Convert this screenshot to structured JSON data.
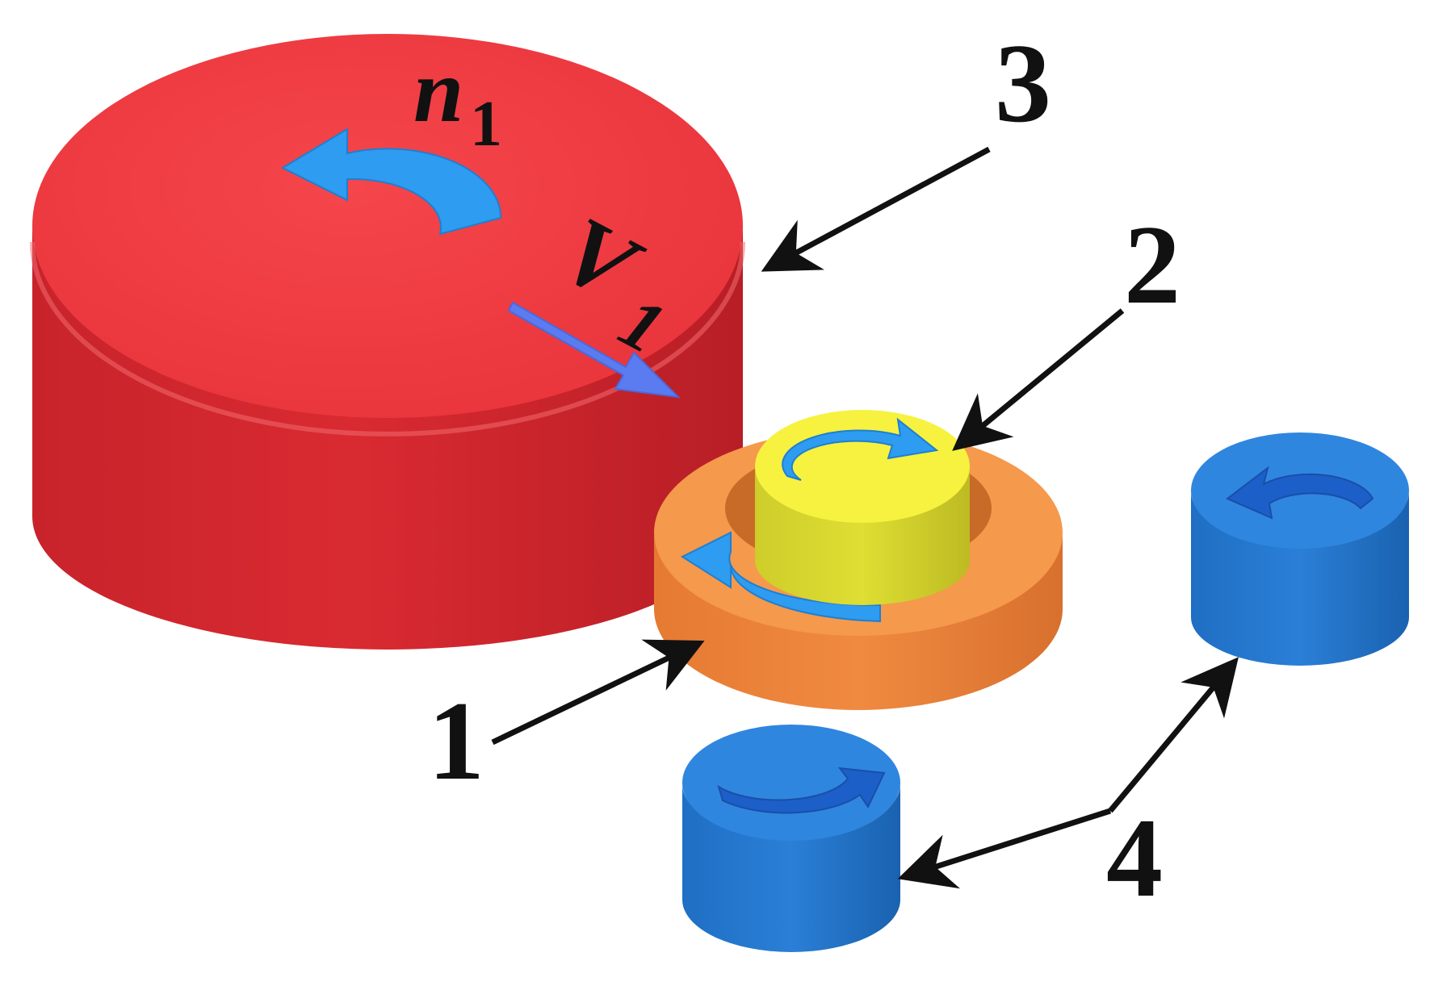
{
  "figure": {
    "labels": {
      "n_symbol": "n",
      "n_subscript": "1",
      "v_symbol": "V",
      "v_subscript": "1",
      "part_1": "1",
      "part_2": "2",
      "part_3": "3",
      "part_4": "4"
    },
    "colors": {
      "large_disk": "#e8333a",
      "ring": "#f2893f",
      "inner_cylinder": "#f2f03c",
      "small_cylinders": "#2a7fd6",
      "rotation_arrows": "#2e9cf0",
      "velocity_arrow": "#5b7cf0",
      "callout_arrows": "#111111"
    }
  }
}
